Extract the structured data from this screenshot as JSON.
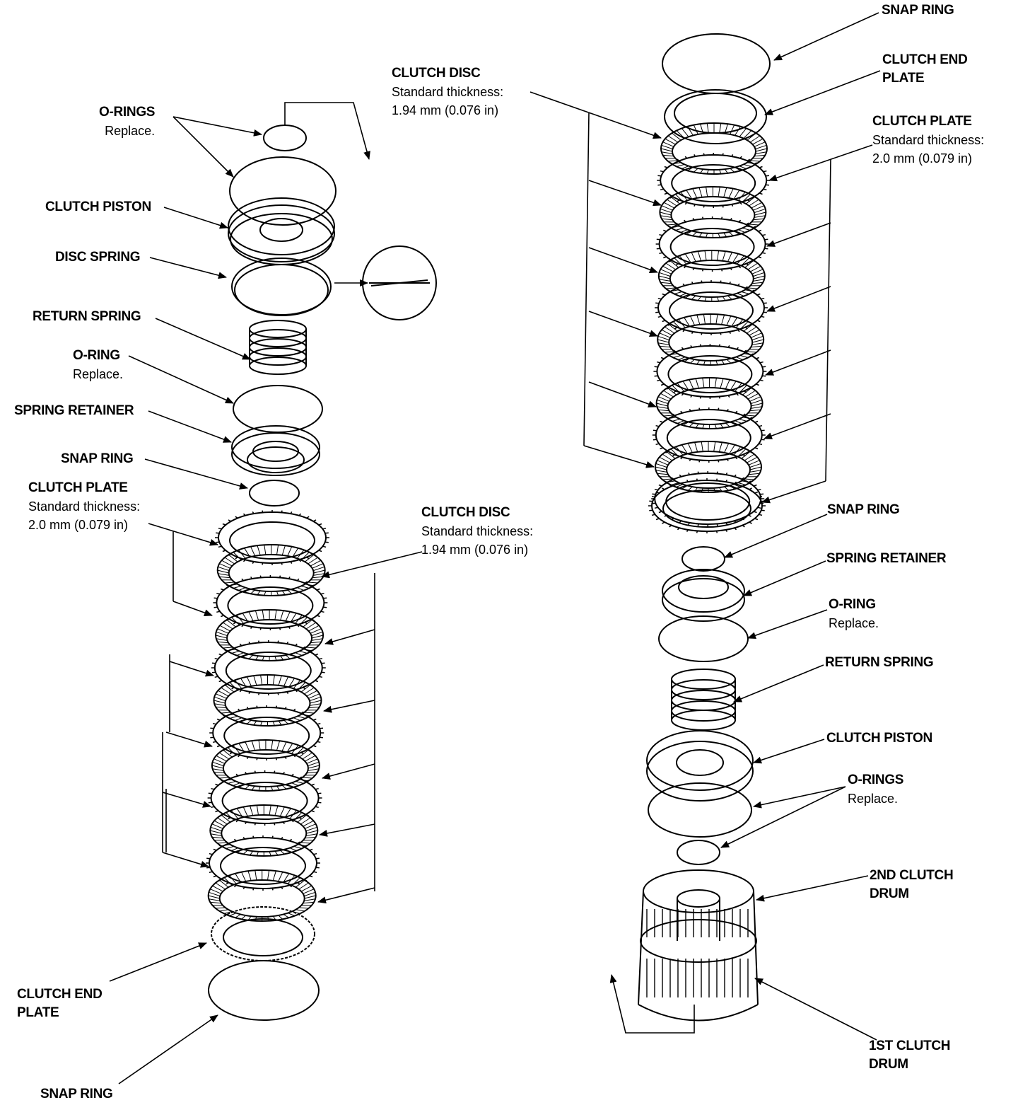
{
  "left_labels": {
    "o_rings": {
      "title": "O-RINGS",
      "note": "Replace."
    },
    "clutch_piston": {
      "title": "CLUTCH PISTON"
    },
    "disc_spring": {
      "title": "DISC SPRING"
    },
    "return_spring": {
      "title": "RETURN SPRING"
    },
    "o_ring": {
      "title": "O-RING",
      "note": "Replace."
    },
    "spring_retainer": {
      "title": "SPRING RETAINER"
    },
    "snap_ring_upper": {
      "title": "SNAP RING"
    },
    "clutch_plate": {
      "title": "CLUTCH PLATE",
      "spec_label": "Standard thickness:",
      "spec_value": "2.0 mm (0.079 in)"
    },
    "clutch_disc": {
      "title": "CLUTCH DISC",
      "spec_label": "Standard thickness:",
      "spec_value": "1.94 mm (0.076 in)"
    },
    "clutch_end_plate": {
      "title_line1": "CLUTCH END",
      "title_line2": "PLATE"
    },
    "snap_ring_lower": {
      "title": "SNAP RING"
    }
  },
  "center_labels": {
    "clutch_disc": {
      "title": "CLUTCH DISC",
      "spec_label": "Standard thickness:",
      "spec_value": "1.94 mm (0.076 in)"
    }
  },
  "right_labels": {
    "snap_ring_top": {
      "title": "SNAP RING"
    },
    "clutch_end_plate": {
      "title_line1": "CLUTCH END",
      "title_line2": "PLATE"
    },
    "clutch_plate": {
      "title": "CLUTCH PLATE",
      "spec_label": "Standard thickness:",
      "spec_value": "2.0 mm (0.079 in)"
    },
    "snap_ring_mid": {
      "title": "SNAP RING"
    },
    "spring_retainer": {
      "title": "SPRING RETAINER"
    },
    "o_ring": {
      "title": "O-RING",
      "note": "Replace."
    },
    "return_spring": {
      "title": "RETURN SPRING"
    },
    "clutch_piston": {
      "title": "CLUTCH PISTON"
    },
    "o_rings": {
      "title": "O-RINGS",
      "note": "Replace."
    },
    "second_clutch_drum": {
      "title_line1": "2ND CLUTCH",
      "title_line2": "DRUM"
    },
    "first_clutch_drum": {
      "title_line1": "1ST CLUTCH",
      "title_line2": "DRUM"
    }
  }
}
